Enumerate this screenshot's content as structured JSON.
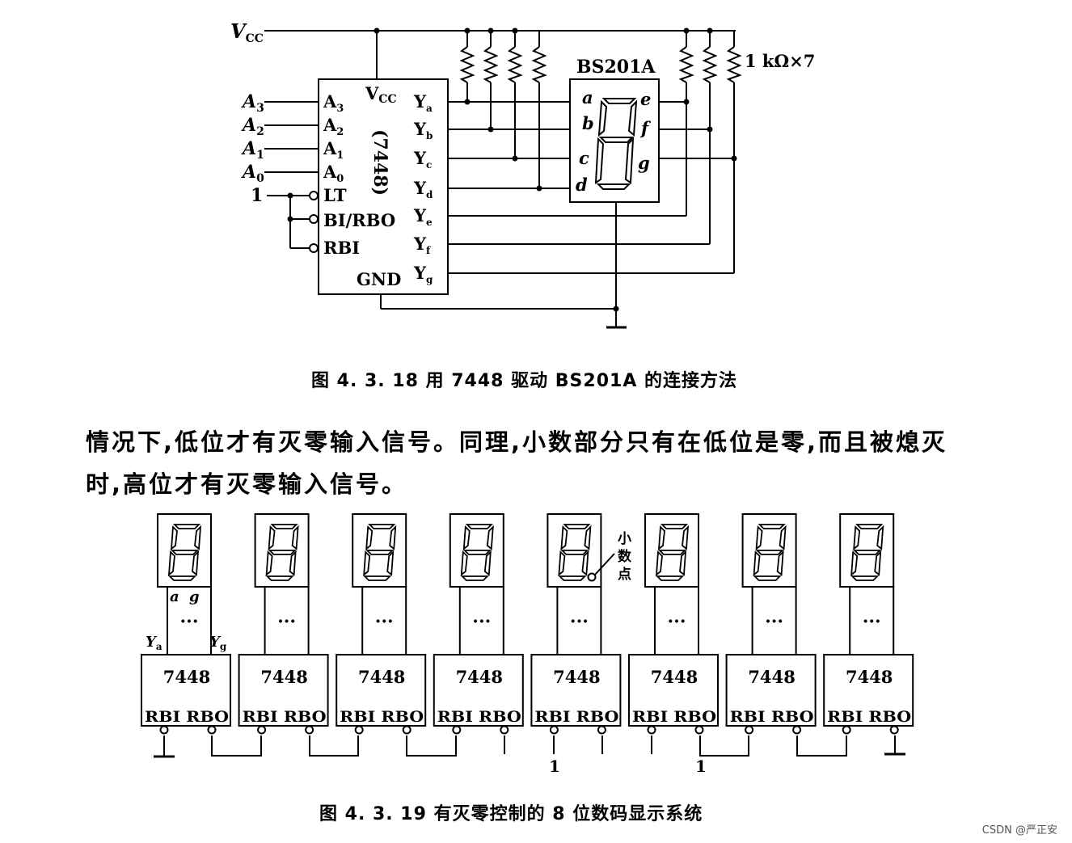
{
  "fig1": {
    "vcc_label": "V",
    "vcc_sub": "CC",
    "inputs": [
      {
        "letter": "A",
        "sub": "3"
      },
      {
        "letter": "A",
        "sub": "2"
      },
      {
        "letter": "A",
        "sub": "1"
      },
      {
        "letter": "A",
        "sub": "0"
      }
    ],
    "logic_one": "1",
    "chip": {
      "name": "(7448)",
      "vcc_pin": "V",
      "vcc_pin_sub": "CC",
      "left_pins": [
        {
          "letter": "A",
          "sub": "3"
        },
        {
          "letter": "A",
          "sub": "2"
        },
        {
          "letter": "A",
          "sub": "1"
        },
        {
          "letter": "A",
          "sub": "0"
        }
      ],
      "control_pins": [
        "LT",
        "BI/RBO",
        "RBI"
      ],
      "outputs": [
        {
          "letter": "Y",
          "sub": "a"
        },
        {
          "letter": "Y",
          "sub": "b"
        },
        {
          "letter": "Y",
          "sub": "c"
        },
        {
          "letter": "Y",
          "sub": "d"
        },
        {
          "letter": "Y",
          "sub": "e"
        },
        {
          "letter": "Y",
          "sub": "f"
        },
        {
          "letter": "Y",
          "sub": "g"
        }
      ],
      "gnd_pin": "GND"
    },
    "display": {
      "name": "BS201A",
      "left_segments": [
        "a",
        "b",
        "c",
        "d"
      ],
      "right_segments": [
        "e",
        "f",
        "g"
      ]
    },
    "resistor_label": "1 kΩ×7",
    "caption": "图 4. 3. 18   用 7448 驱动 BS201A 的连接方法"
  },
  "paragraph": {
    "line1": "情况下,低位才有灭零输入信号。同理,小数部分只有在低位是零,而且被熄灭",
    "line2": "时,高位才有灭零输入信号。"
  },
  "fig2": {
    "chip_label": "7448",
    "pin_labels": "RBI RBO",
    "bus_ellipsis": "···",
    "segment_labels": [
      "a",
      "g"
    ],
    "out_labels": [
      {
        "letter": "Y",
        "sub": "a"
      },
      {
        "letter": "Y",
        "sub": "g"
      }
    ],
    "decimal_point_label": [
      "小",
      "数",
      "点"
    ],
    "logic_ones": [
      "1",
      "1"
    ],
    "digit_count": 8,
    "caption": "图 4. 3. 19   有灭零控制的 8 位数码显示系统"
  },
  "watermark": "CSDN @严正安"
}
